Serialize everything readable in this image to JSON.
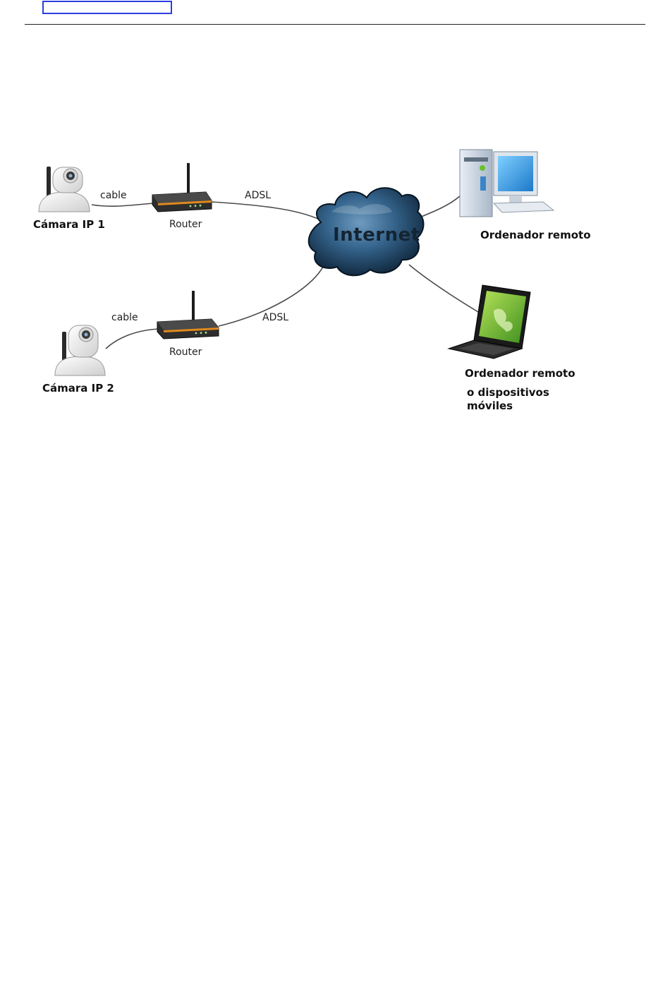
{
  "header": {
    "link_box": ""
  },
  "diagram": {
    "cloud_label": "Internet",
    "camera1": {
      "label": "Cámara IP 1"
    },
    "camera2": {
      "label": "Cámara IP 2"
    },
    "router1": {
      "label": "Router"
    },
    "router2": {
      "label": "Router"
    },
    "link_camera1": "cable",
    "link_camera2": "cable",
    "link_router1": "ADSL",
    "link_router2": "ADSL",
    "desktop": {
      "label": "Ordenador remoto"
    },
    "laptop": {
      "label_line1": "Ordenador remoto",
      "label_line2": "o dispositivos",
      "label_line3": "móviles"
    }
  }
}
